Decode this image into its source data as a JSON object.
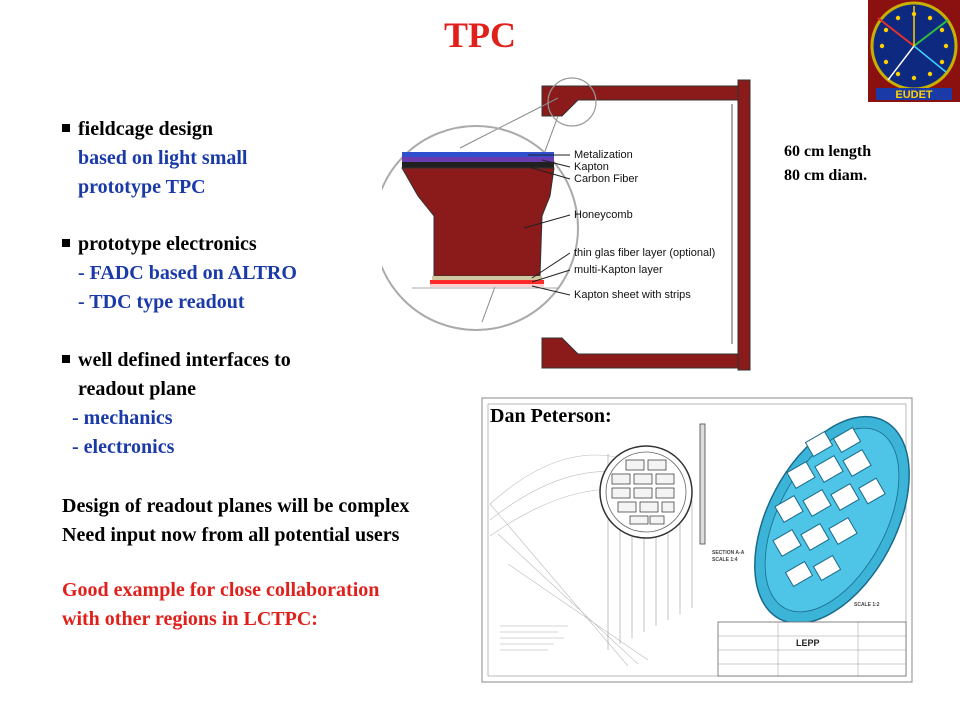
{
  "title": "TPC",
  "logo_text": "EUDET",
  "bullets": {
    "b1_head": "fieldcage design",
    "b1_l1": "based on light small",
    "b1_l2": "prototype TPC",
    "b2_head": "prototype electronics",
    "b2_l1": "- FADC based on ALTRO",
    "b2_l2": "- TDC type readout",
    "b3_head": "well defined interfaces to",
    "b3_l1": "readout plane",
    "b3_l2": "- mechanics",
    "b3_l3": "- electronics"
  },
  "design_note": {
    "l1": "Design of readout planes will be complex",
    "l2": "Need input now from all potential users"
  },
  "collab_note": {
    "l1": "Good example for close collaboration",
    "l2": "with other regions in LCTPC:"
  },
  "dims": {
    "length": "60 cm length",
    "diam": "80 cm diam."
  },
  "cross_section_labels": [
    "Metalization",
    "Kapton",
    "Carbon Fiber",
    "Honeycomb",
    "thin glas fiber layer (optional)",
    "multi-Kapton layer",
    "Kapton sheet with strips"
  ],
  "drawing": {
    "author_label": "Dan Peterson:",
    "section_note": "SECTION A-A",
    "scale_note": "SCALE 1:4",
    "scale_note_2": "SCALE 1:2",
    "title_block": "LEPP"
  },
  "colors": {
    "title": "#e0201b",
    "blue_text": "#1a3aa8",
    "maroon": "#8b1a1a",
    "cyan": "#3bb4d8"
  }
}
